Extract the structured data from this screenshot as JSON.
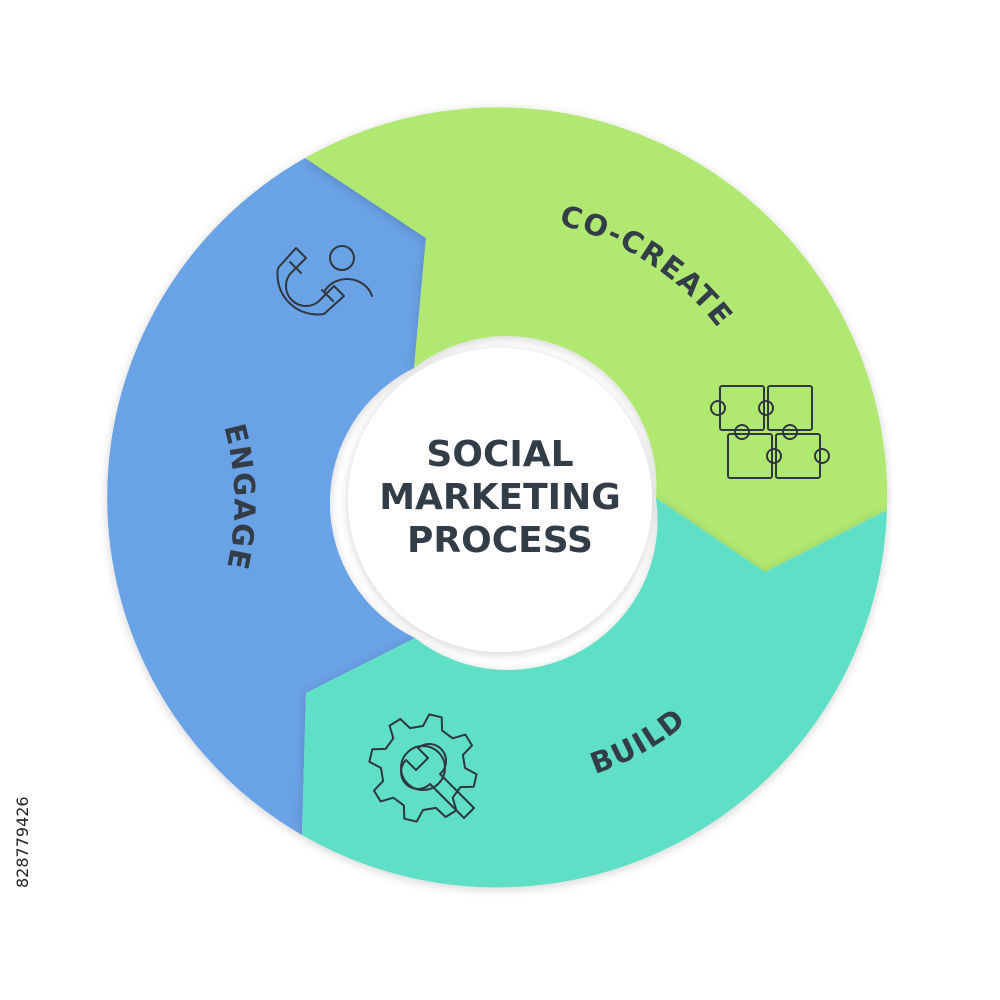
{
  "diagram": {
    "center_title_lines": [
      "SOCIAL",
      "MARKETING",
      "PROCESS"
    ],
    "segments": [
      {
        "key": "co_create",
        "label": "CO-CREATE",
        "color": "#b0e872",
        "icon": "puzzle-icon"
      },
      {
        "key": "build",
        "label": "BUILD",
        "color": "#5ee0c6",
        "icon": "gear-wrench-icon"
      },
      {
        "key": "engage",
        "label": "ENGAGE",
        "color": "#6aa2e6",
        "icon": "magnet-person-icon"
      }
    ],
    "colors": {
      "text": "#333d47",
      "icon_stroke": "#2f3740",
      "center_fill": "#ffffff",
      "background": "#ffffff"
    }
  },
  "watermark": {
    "stock_id": "828779426"
  }
}
